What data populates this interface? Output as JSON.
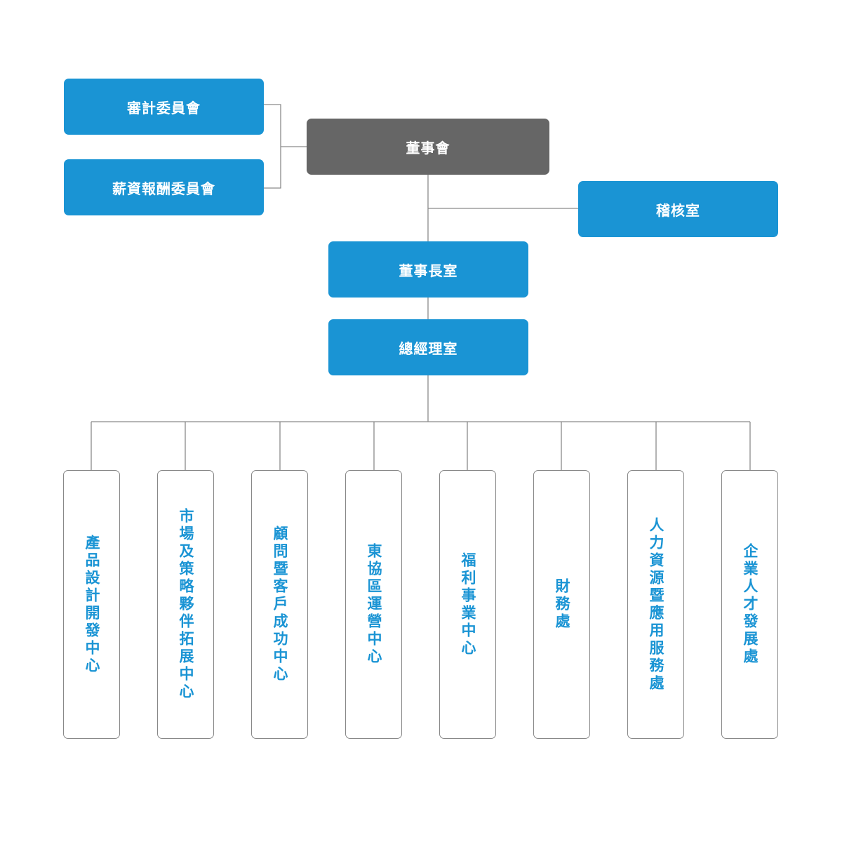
{
  "org": {
    "board": "董事會",
    "audit_committee": "審計委員會",
    "compensation_committee": "薪資報酬委員會",
    "internal_audit": "稽核室",
    "chairman_office": "董事長室",
    "gm_office": "總經理室",
    "departments": [
      "產品設計開發中心",
      "市場及策略夥伴拓展中心",
      "顧問暨客戶成功中心",
      "東協區運營中心",
      "福利事業中心",
      "財務處",
      "人力資源暨應用服務處",
      "企業人才發展處"
    ]
  },
  "colors": {
    "primary_box": "#1a94d4",
    "board_box": "#666666",
    "connector": "#8a8a8a",
    "dept_text": "#1a94d4"
  }
}
